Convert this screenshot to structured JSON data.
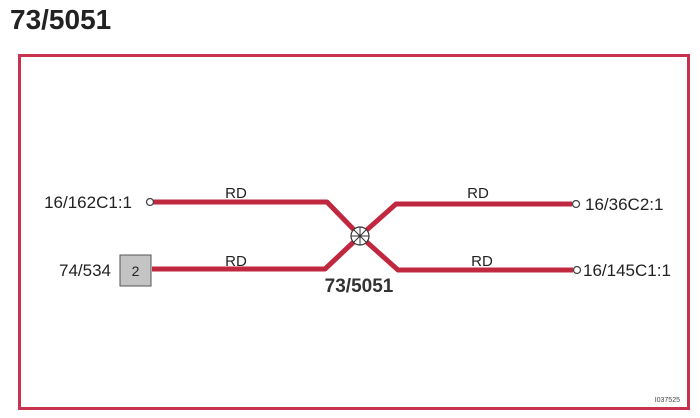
{
  "title": "73/5051",
  "frame_color": "#c8324e",
  "wire_color": "#c0283f",
  "splice": {
    "label": "73/5051",
    "icon": "splice-circle-icon"
  },
  "connections": [
    {
      "id": "top-left",
      "terminal": "16/162C1:1",
      "wire_label": "RD"
    },
    {
      "id": "bottom-left",
      "terminal": "74/534",
      "connector_pin": "2",
      "wire_label": "RD"
    },
    {
      "id": "top-right",
      "terminal": "16/36C2:1",
      "wire_label": "RD"
    },
    {
      "id": "bottom-right",
      "terminal": "16/145C1:1",
      "wire_label": "RD"
    }
  ],
  "reference_code": "I037525"
}
